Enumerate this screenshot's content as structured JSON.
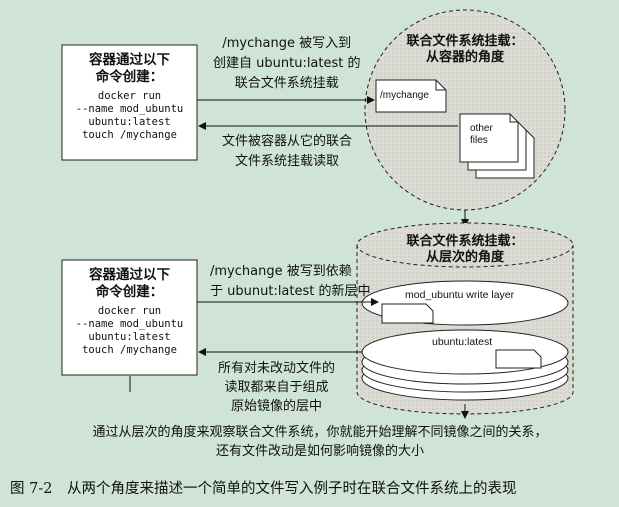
{
  "top_box": {
    "title": "容器通过以下\n命令创建：",
    "command": "docker run\n--name mod_ubuntu\nubuntu:latest\ntouch /mychange"
  },
  "bottom_box": {
    "title": "容器通过以下\n命令创建：",
    "command": "docker run\n--name mod_ubuntu\nubuntu:latest\ntouch /mychange"
  },
  "top_arrow_write": "/mychange 被写入到\n创建自 ubuntu:latest 的\n联合文件系统挂载",
  "top_arrow_read": "文件被容器从它的联合\n文件系统挂载读取",
  "container_view_title": "联合文件系统挂载：\n从容器的角度",
  "container_view_files": {
    "mychange": "/mychange",
    "other_files": "other\nfiles"
  },
  "layer_view_title": "联合文件系统挂载：\n从层次的角度",
  "bottom_arrow_write": "/mychange 被写到依赖\n于 ubunut:latest 的新层中",
  "bottom_arrow_read": "所有对未改动文件的\n读取都来自于组成\n原始镜像的层中",
  "write_layer_label": "mod_ubuntu write layer",
  "base_layer_label": "ubuntu:latest",
  "summary": "通过从层次的角度来观察联合文件系统，你就能开始理解不同镜像之间的关系，\n还有文件改动是如何影响镜像的大小",
  "caption": "图 7-2　从两个角度来描述一个简单的文件写入例子时在联合文件系统上的表现",
  "colors": {
    "background": "#cfe3d6",
    "panel": "#ffffff",
    "circle": "#e0dfd8"
  }
}
